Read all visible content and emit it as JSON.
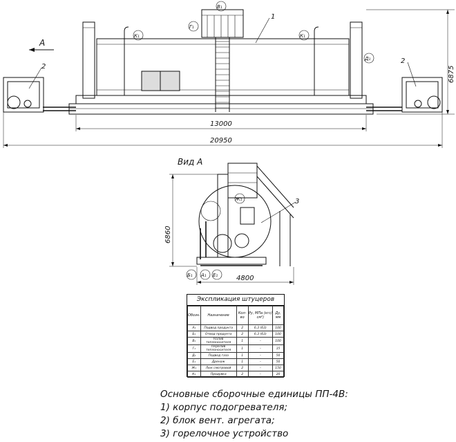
{
  "top_view": {
    "view_arrow_label": "A",
    "callouts": [
      "1",
      "2",
      "2"
    ],
    "nozzle_labels": [
      "В₁",
      "Г₁",
      "К₁",
      "К₁",
      "Д₁"
    ],
    "dim_length_1": "13000",
    "dim_length_2": "20950",
    "dim_height": "6875"
  },
  "view_a": {
    "title": "Вид А",
    "callout": "3",
    "nozzle_labels": [
      "Ж₁",
      "Б₁",
      "А₁",
      "Е₁"
    ],
    "dim_height": "6860",
    "dim_width": "4800"
  },
  "spec": {
    "caption": "Экспликация штуцеров",
    "headers": [
      "Обозн.",
      "Назначение",
      "Кол-во",
      "Ру, МПа (кгс/см²)",
      "Ду, мм"
    ],
    "rows": [
      [
        "А₁",
        "Подвод продукта",
        "2",
        "6,3 (63)",
        "100"
      ],
      [
        "Б₁",
        "Отвод продукта",
        "2",
        "6,3 (63)",
        "100"
      ],
      [
        "В₁",
        "Налив теплоносителя",
        "1",
        "–",
        "100"
      ],
      [
        "Г₁",
        "Перелив теплоносителя",
        "1",
        "–",
        "15"
      ],
      [
        "Д₁",
        "Подвод газа",
        "1",
        "–",
        "50"
      ],
      [
        "Е₁",
        "Дренаж",
        "1",
        "–",
        "50"
      ],
      [
        "Ж₁",
        "Люк смотровой",
        "2",
        "–",
        "150"
      ],
      [
        "К₁",
        "Продувка",
        "2",
        "–",
        "20"
      ]
    ]
  },
  "notes": {
    "title": "Основные сборочные единицы ПП-4В:",
    "items": [
      "1) корпус подогревателя;",
      "2) блок вент. агрегата;",
      "3) горелочное устройство"
    ]
  }
}
